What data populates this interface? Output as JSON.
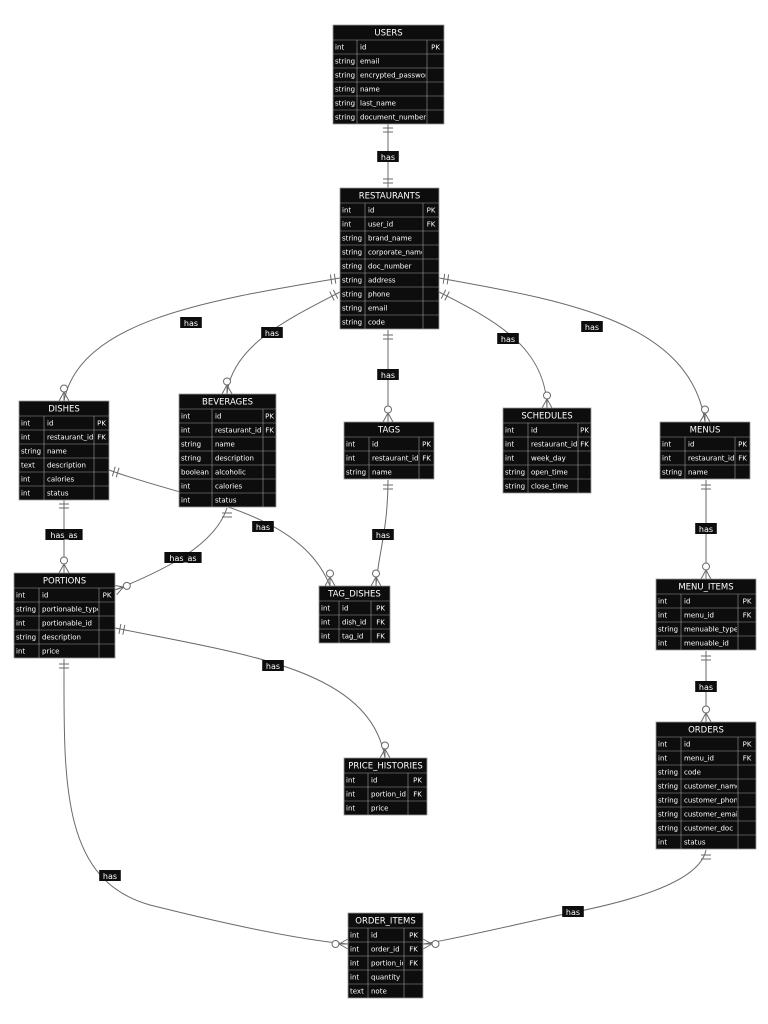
{
  "entities": [
    {
      "id": "users",
      "name": "USERS",
      "attributes": [
        {
          "type": "int",
          "name": "id",
          "key": "PK"
        },
        {
          "type": "string",
          "name": "email",
          "key": ""
        },
        {
          "type": "string",
          "name": "encrypted_passwor",
          "key": ""
        },
        {
          "type": "string",
          "name": "name",
          "key": ""
        },
        {
          "type": "string",
          "name": "last_name",
          "key": ""
        },
        {
          "type": "string",
          "name": "document_number",
          "key": ""
        }
      ]
    },
    {
      "id": "restaurants",
      "name": "RESTAURANTS",
      "attributes": [
        {
          "type": "int",
          "name": "id",
          "key": "PK"
        },
        {
          "type": "int",
          "name": "user_id",
          "key": "FK"
        },
        {
          "type": "string",
          "name": "brand_name",
          "key": ""
        },
        {
          "type": "string",
          "name": "corporate_name",
          "key": ""
        },
        {
          "type": "string",
          "name": "doc_number",
          "key": ""
        },
        {
          "type": "string",
          "name": "address",
          "key": ""
        },
        {
          "type": "string",
          "name": "phone",
          "key": ""
        },
        {
          "type": "string",
          "name": "email",
          "key": ""
        },
        {
          "type": "string",
          "name": "code",
          "key": ""
        }
      ]
    },
    {
      "id": "dishes",
      "name": "DISHES",
      "attributes": [
        {
          "type": "int",
          "name": "id",
          "key": "PK"
        },
        {
          "type": "int",
          "name": "restaurant_id",
          "key": "FK"
        },
        {
          "type": "string",
          "name": "name",
          "key": ""
        },
        {
          "type": "text",
          "name": "description",
          "key": ""
        },
        {
          "type": "int",
          "name": "calories",
          "key": ""
        },
        {
          "type": "int",
          "name": "status",
          "key": ""
        }
      ]
    },
    {
      "id": "beverages",
      "name": "BEVERAGES",
      "attributes": [
        {
          "type": "int",
          "name": "id",
          "key": "PK"
        },
        {
          "type": "int",
          "name": "restaurant_id",
          "key": "FK"
        },
        {
          "type": "string",
          "name": "name",
          "key": ""
        },
        {
          "type": "string",
          "name": "description",
          "key": ""
        },
        {
          "type": "boolean",
          "name": "alcoholic",
          "key": ""
        },
        {
          "type": "int",
          "name": "calories",
          "key": ""
        },
        {
          "type": "int",
          "name": "status",
          "key": ""
        }
      ]
    },
    {
      "id": "tags",
      "name": "TAGS",
      "attributes": [
        {
          "type": "int",
          "name": "id",
          "key": "PK"
        },
        {
          "type": "int",
          "name": "restaurant_id",
          "key": "FK"
        },
        {
          "type": "string",
          "name": "name",
          "key": ""
        }
      ]
    },
    {
      "id": "schedules",
      "name": "SCHEDULES",
      "attributes": [
        {
          "type": "int",
          "name": "id",
          "key": "PK"
        },
        {
          "type": "int",
          "name": "restaurant_id",
          "key": "FK"
        },
        {
          "type": "int",
          "name": "week_day",
          "key": ""
        },
        {
          "type": "string",
          "name": "open_time",
          "key": ""
        },
        {
          "type": "string",
          "name": "close_time",
          "key": ""
        }
      ]
    },
    {
      "id": "menus",
      "name": "MENUS",
      "attributes": [
        {
          "type": "int",
          "name": "id",
          "key": "PK"
        },
        {
          "type": "int",
          "name": "restaurant_id",
          "key": "FK"
        },
        {
          "type": "string",
          "name": "name",
          "key": ""
        }
      ]
    },
    {
      "id": "portions",
      "name": "PORTIONS",
      "attributes": [
        {
          "type": "int",
          "name": "id",
          "key": "PK"
        },
        {
          "type": "string",
          "name": "portionable_type",
          "key": ""
        },
        {
          "type": "int",
          "name": "portionable_id",
          "key": ""
        },
        {
          "type": "string",
          "name": "description",
          "key": ""
        },
        {
          "type": "int",
          "name": "price",
          "key": ""
        }
      ]
    },
    {
      "id": "tag_dishes",
      "name": "TAG_DISHES",
      "attributes": [
        {
          "type": "int",
          "name": "id",
          "key": "PK"
        },
        {
          "type": "int",
          "name": "dish_id",
          "key": "FK"
        },
        {
          "type": "int",
          "name": "tag_id",
          "key": "FK"
        }
      ]
    },
    {
      "id": "menu_items",
      "name": "MENU_ITEMS",
      "attributes": [
        {
          "type": "int",
          "name": "id",
          "key": "PK"
        },
        {
          "type": "int",
          "name": "menu_id",
          "key": "FK"
        },
        {
          "type": "string",
          "name": "menuable_type",
          "key": ""
        },
        {
          "type": "int",
          "name": "menuable_id",
          "key": ""
        }
      ]
    },
    {
      "id": "price_histories",
      "name": "PRICE_HISTORIES",
      "attributes": [
        {
          "type": "int",
          "name": "id",
          "key": "PK"
        },
        {
          "type": "int",
          "name": "portion_id",
          "key": "FK"
        },
        {
          "type": "int",
          "name": "price",
          "key": ""
        }
      ]
    },
    {
      "id": "orders",
      "name": "ORDERS",
      "attributes": [
        {
          "type": "int",
          "name": "id",
          "key": "PK"
        },
        {
          "type": "int",
          "name": "menu_id",
          "key": "FK"
        },
        {
          "type": "string",
          "name": "code",
          "key": ""
        },
        {
          "type": "string",
          "name": "customer_name",
          "key": ""
        },
        {
          "type": "string",
          "name": "customer_phone",
          "key": ""
        },
        {
          "type": "string",
          "name": "customer_email",
          "key": ""
        },
        {
          "type": "string",
          "name": "customer_doc",
          "key": ""
        },
        {
          "type": "int",
          "name": "status",
          "key": ""
        }
      ]
    },
    {
      "id": "order_items",
      "name": "ORDER_ITEMS",
      "attributes": [
        {
          "type": "int",
          "name": "id",
          "key": "PK"
        },
        {
          "type": "int",
          "name": "order_id",
          "key": "FK"
        },
        {
          "type": "int",
          "name": "portion_id",
          "key": "FK"
        },
        {
          "type": "int",
          "name": "quantity",
          "key": ""
        },
        {
          "type": "text",
          "name": "note",
          "key": ""
        }
      ]
    }
  ],
  "relationships": [
    {
      "id": "users-restaurants",
      "from": "users",
      "to": "restaurants",
      "label": "has",
      "from_end": "one",
      "to_end": "one"
    },
    {
      "id": "restaurants-dishes",
      "from": "restaurants",
      "to": "dishes",
      "label": "has",
      "from_end": "one",
      "to_end": "many"
    },
    {
      "id": "restaurants-beverages",
      "from": "restaurants",
      "to": "beverages",
      "label": "has",
      "from_end": "one",
      "to_end": "many"
    },
    {
      "id": "restaurants-tags",
      "from": "restaurants",
      "to": "tags",
      "label": "has",
      "from_end": "one",
      "to_end": "many"
    },
    {
      "id": "restaurants-schedules",
      "from": "restaurants",
      "to": "schedules",
      "label": "has",
      "from_end": "one",
      "to_end": "many"
    },
    {
      "id": "restaurants-menus",
      "from": "restaurants",
      "to": "menus",
      "label": "has",
      "from_end": "one",
      "to_end": "many"
    },
    {
      "id": "dishes-portions",
      "from": "dishes",
      "to": "portions",
      "label": "has_as",
      "from_end": "one",
      "to_end": "many"
    },
    {
      "id": "beverages-portions",
      "from": "beverages",
      "to": "portions",
      "label": "has_as",
      "from_end": "one",
      "to_end": "many"
    },
    {
      "id": "dishes-tag_dishes",
      "from": "dishes",
      "to": "tag_dishes",
      "label": "has",
      "from_end": "one",
      "to_end": "many"
    },
    {
      "id": "tags-tag_dishes",
      "from": "tags",
      "to": "tag_dishes",
      "label": "has",
      "from_end": "one",
      "to_end": "many"
    },
    {
      "id": "menus-menu_items",
      "from": "menus",
      "to": "menu_items",
      "label": "has",
      "from_end": "one",
      "to_end": "many"
    },
    {
      "id": "menu_items-orders",
      "from": "menu_items",
      "to": "orders",
      "label": "has",
      "from_end": "one",
      "to_end": "many"
    },
    {
      "id": "portions-price_histories",
      "from": "portions",
      "to": "price_histories",
      "label": "has",
      "from_end": "one",
      "to_end": "many"
    },
    {
      "id": "portions-order_items",
      "from": "portions",
      "to": "order_items",
      "label": "has",
      "from_end": "one",
      "to_end": "many"
    },
    {
      "id": "orders-order_items",
      "from": "orders",
      "to": "order_items",
      "label": "has",
      "from_end": "one",
      "to_end": "many"
    }
  ],
  "colors": {
    "entity_fill": "#0d0d0d",
    "entity_border": "#9a9a9a",
    "text": "#ffffff",
    "line": "#6a6a6a",
    "label_fill": "#0d0d0d"
  }
}
